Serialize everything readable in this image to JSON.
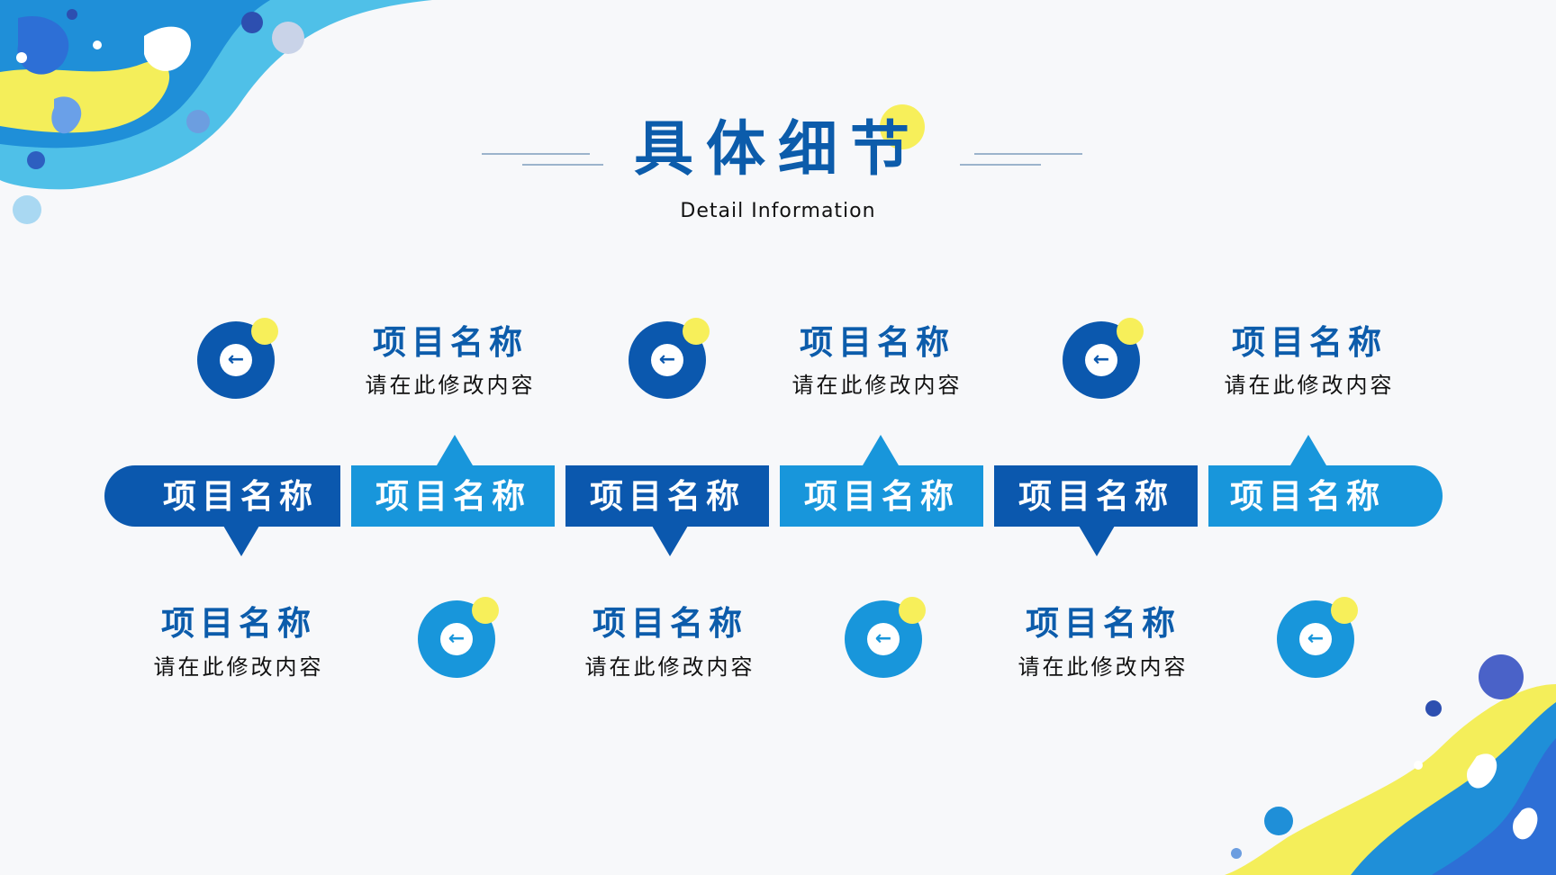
{
  "header": {
    "title": "具体细节",
    "subtitle": "Detail Information"
  },
  "colors": {
    "dark_blue": "#0b58ae",
    "light_blue": "#1896db",
    "title_blue": "#0c5cab",
    "accent_yellow": "#f7ef5a"
  },
  "top_items": [
    {
      "title": "项目名称",
      "desc": "请在此修改内容"
    },
    {
      "title": "项目名称",
      "desc": "请在此修改内容"
    },
    {
      "title": "项目名称",
      "desc": "请在此修改内容"
    }
  ],
  "bottom_items": [
    {
      "title": "项目名称",
      "desc": "请在此修改内容"
    },
    {
      "title": "项目名称",
      "desc": "请在此修改内容"
    },
    {
      "title": "项目名称",
      "desc": "请在此修改内容"
    }
  ],
  "segments": [
    {
      "label": "项目名称"
    },
    {
      "label": "项目名称"
    },
    {
      "label": "项目名称"
    },
    {
      "label": "项目名称"
    },
    {
      "label": "项目名称"
    },
    {
      "label": "项目名称"
    }
  ],
  "icons": {
    "arrow": "←"
  }
}
